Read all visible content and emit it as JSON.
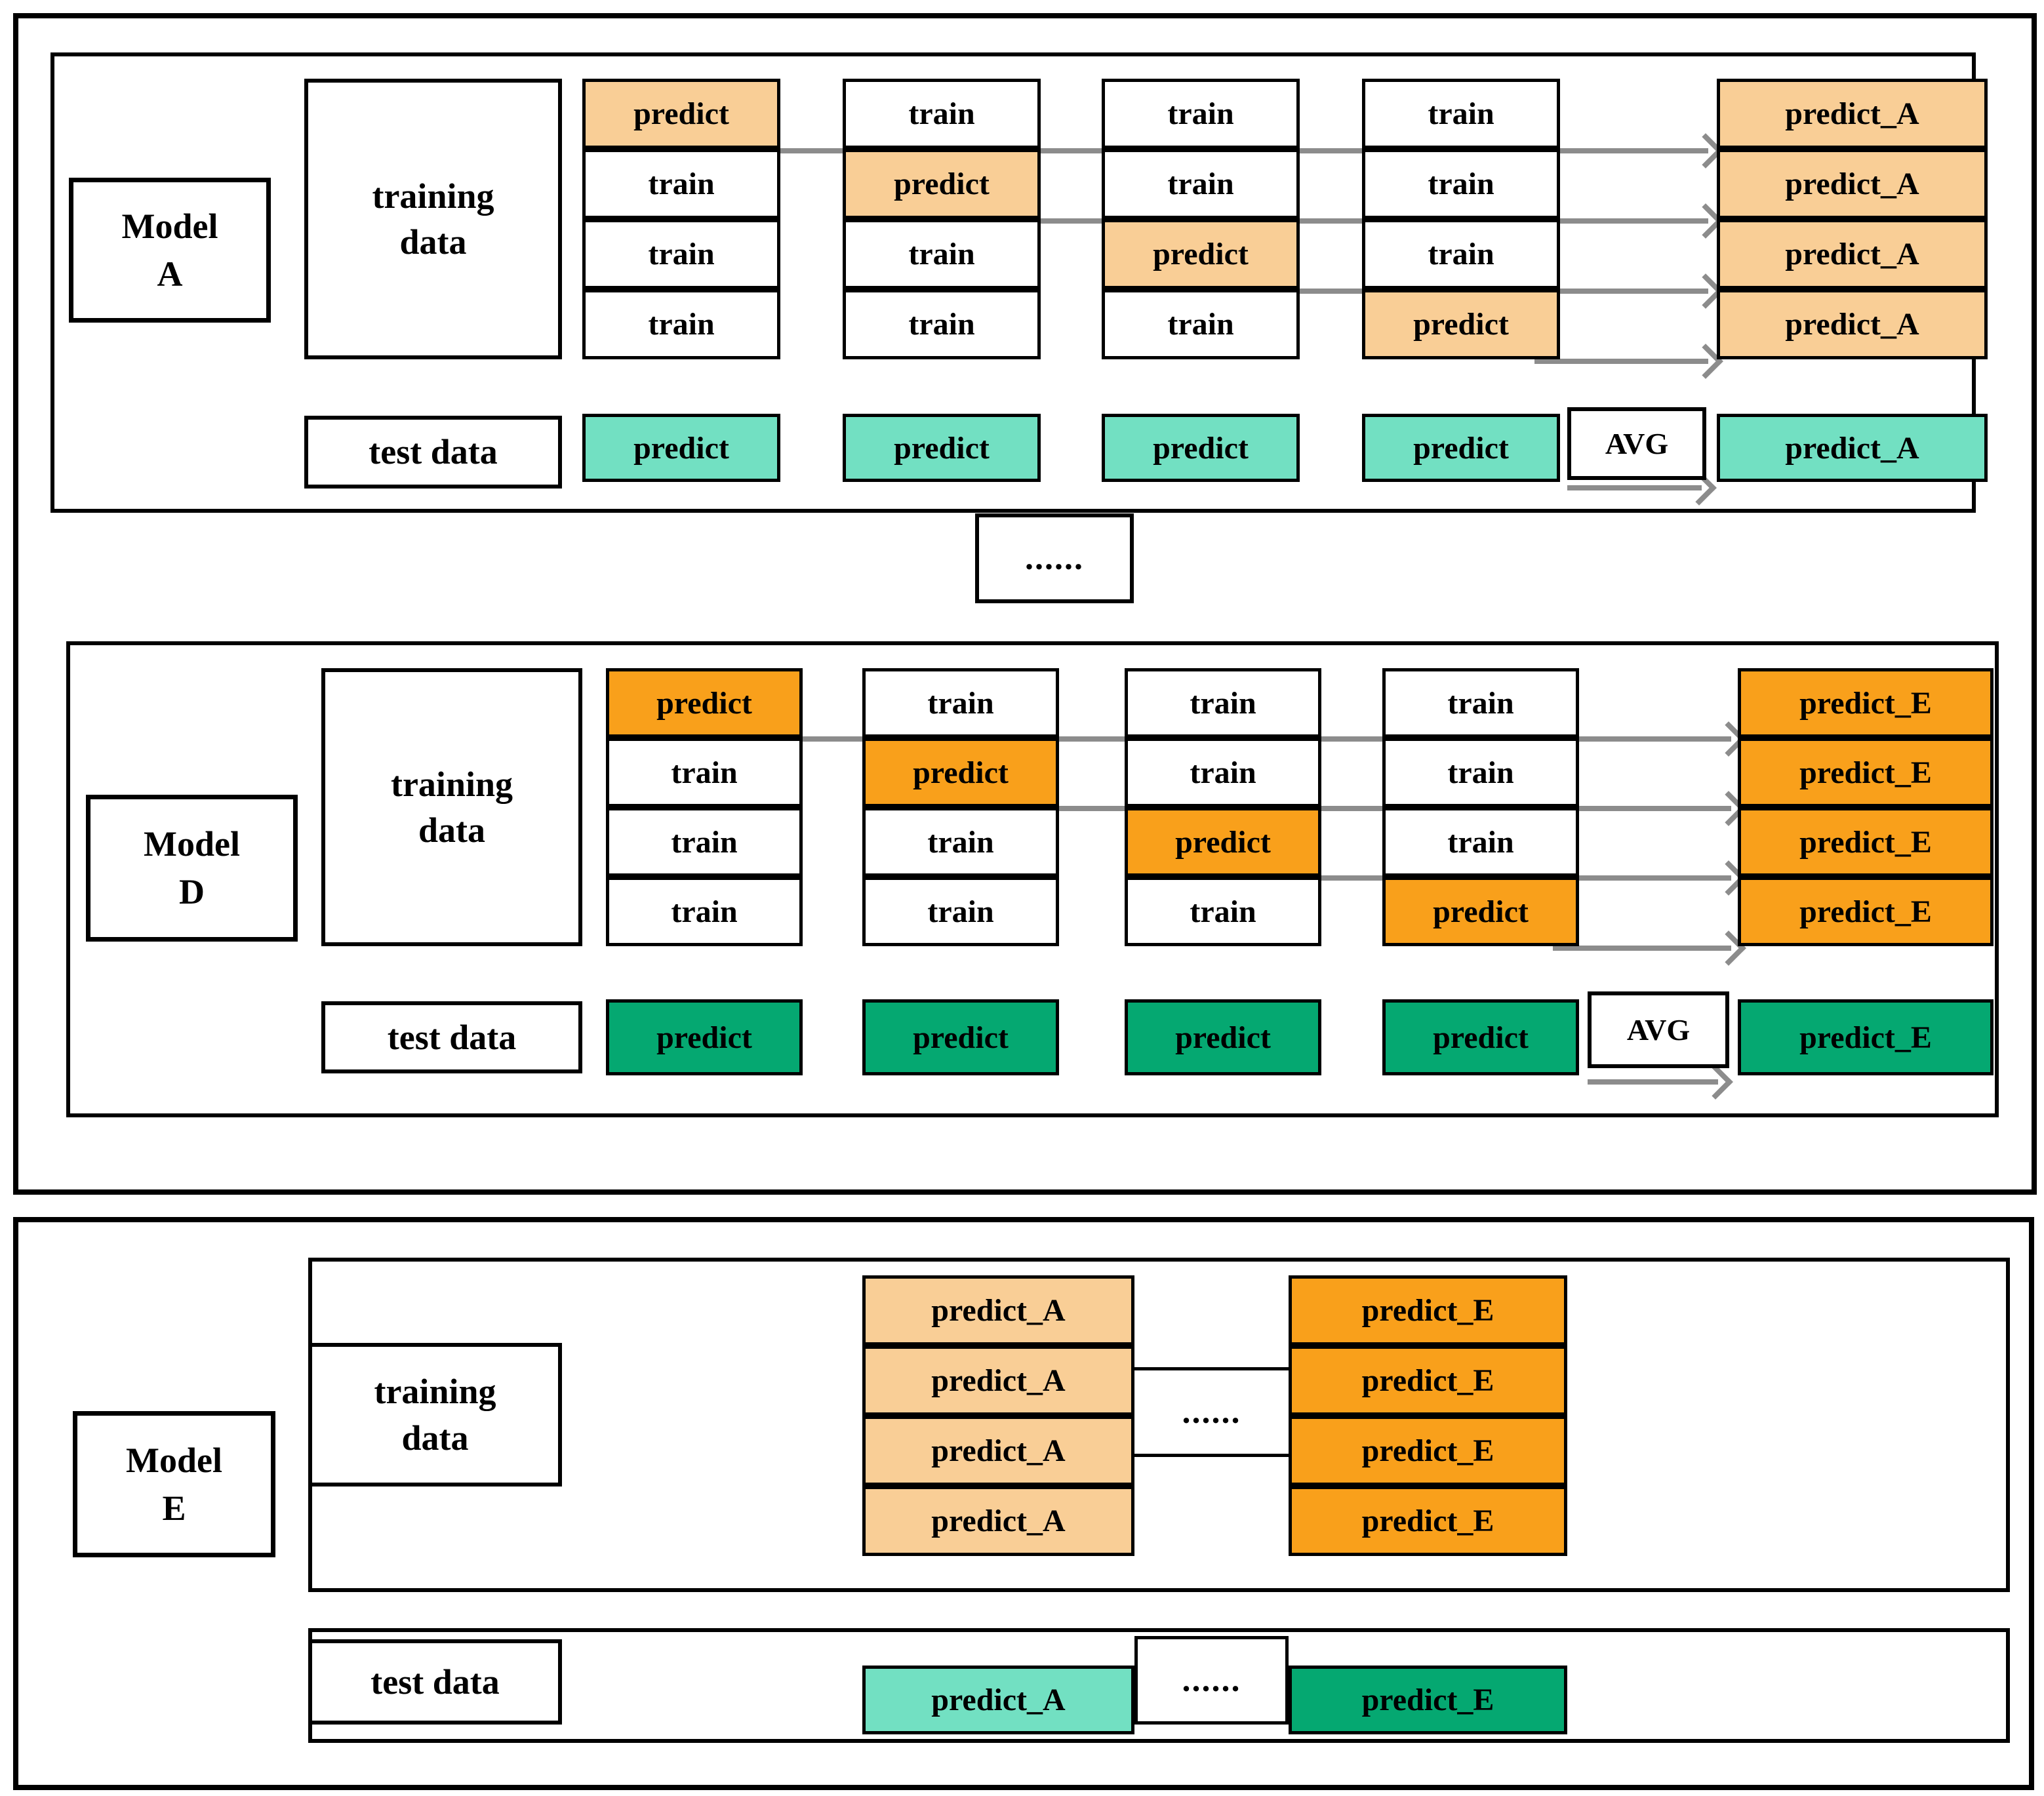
{
  "colors": {
    "fold_highlight_peach": "#F9CE96",
    "fold_highlight_orange": "#F9A01B",
    "test_predict_mint": "#72E0C2",
    "test_predict_green": "#05A871",
    "arrow_gray": "#8C8C8C",
    "line_black": "#000000"
  },
  "model_a": {
    "name": "Model\nA",
    "training_data_label": "training\ndata",
    "test_data_label": "test data",
    "grid": [
      [
        "predict",
        "train",
        "train",
        "train"
      ],
      [
        "train",
        "predict",
        "train",
        "train"
      ],
      [
        "train",
        "train",
        "predict",
        "train"
      ],
      [
        "train",
        "train",
        "train",
        "predict"
      ]
    ],
    "outputs": [
      "predict_A",
      "predict_A",
      "predict_A",
      "predict_A"
    ],
    "test_predicts": [
      "predict",
      "predict",
      "predict",
      "predict"
    ],
    "avg_label": "AVG",
    "test_output": "predict_A"
  },
  "separator_dots": "......",
  "model_d": {
    "name": "Model\nD",
    "training_data_label": "training\ndata",
    "test_data_label": "test data",
    "grid": [
      [
        "predict",
        "train",
        "train",
        "train"
      ],
      [
        "train",
        "predict",
        "train",
        "train"
      ],
      [
        "train",
        "train",
        "predict",
        "train"
      ],
      [
        "train",
        "train",
        "train",
        "predict"
      ]
    ],
    "outputs": [
      "predict_E",
      "predict_E",
      "predict_E",
      "predict_E"
    ],
    "test_predicts": [
      "predict",
      "predict",
      "predict",
      "predict"
    ],
    "avg_label": "AVG",
    "test_output": "predict_E"
  },
  "model_e": {
    "name": "Model\nE",
    "training_data_label": "training\ndata",
    "test_data_label": "test data",
    "train_col_a": [
      "predict_A",
      "predict_A",
      "predict_A",
      "predict_A"
    ],
    "train_dots": "......",
    "train_col_e": [
      "predict_E",
      "predict_E",
      "predict_E",
      "predict_E"
    ],
    "test_a": "predict_A",
    "test_dots": "......",
    "test_e": "predict_E"
  }
}
